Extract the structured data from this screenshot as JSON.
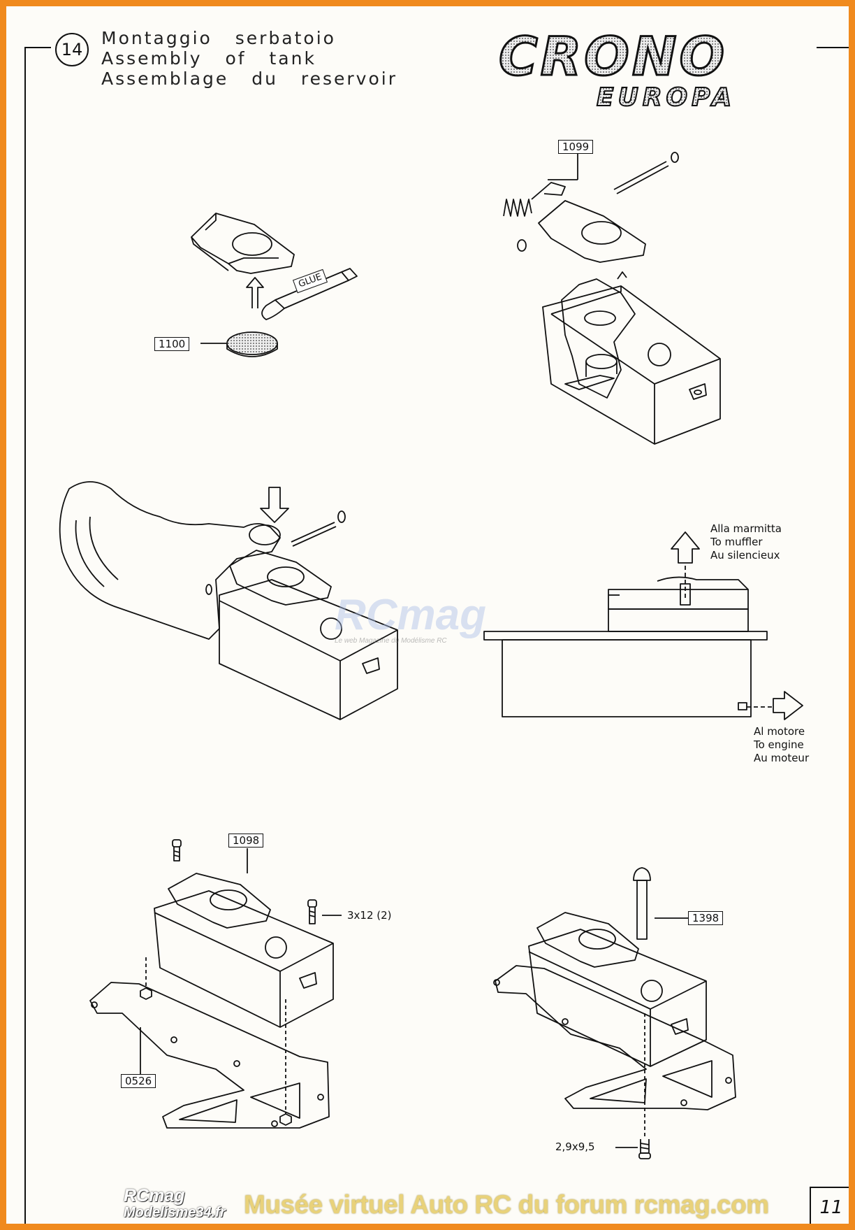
{
  "header": {
    "step_number": "14",
    "title_it": "Montaggio serbatoio",
    "title_en": "Assembly of tank",
    "title_fr": "Assemblage du reservoir",
    "logo_main": "CRONO",
    "logo_sub": "EUROPA"
  },
  "parts": {
    "p1099": "1099",
    "p1100": "1100",
    "glue": "GLUE",
    "p1098": "1098",
    "p1398": "1398",
    "p0526": "0526",
    "screw_3x12": "3x12 (2)",
    "screw_29x95": "2,9x9,5"
  },
  "notes": {
    "muffler_it": "Alla marmitta",
    "muffler_en": "To muffler",
    "muffler_fr": "Au silencieux",
    "engine_it": "Al motore",
    "engine_en": "To engine",
    "engine_fr": "Au moteur"
  },
  "watermark": {
    "main": "RCmag",
    "sub": "Le web Magazine du Modélisme RC"
  },
  "footer": {
    "logo_line1": "RCmag",
    "logo_line2": "Modelisme34.fr",
    "banner": "Musée virtuel Auto RC du forum rcmag.com",
    "page_number": "11"
  },
  "colors": {
    "border": "#f08a1e",
    "ink": "#111111",
    "banner": "#e9d27a"
  }
}
